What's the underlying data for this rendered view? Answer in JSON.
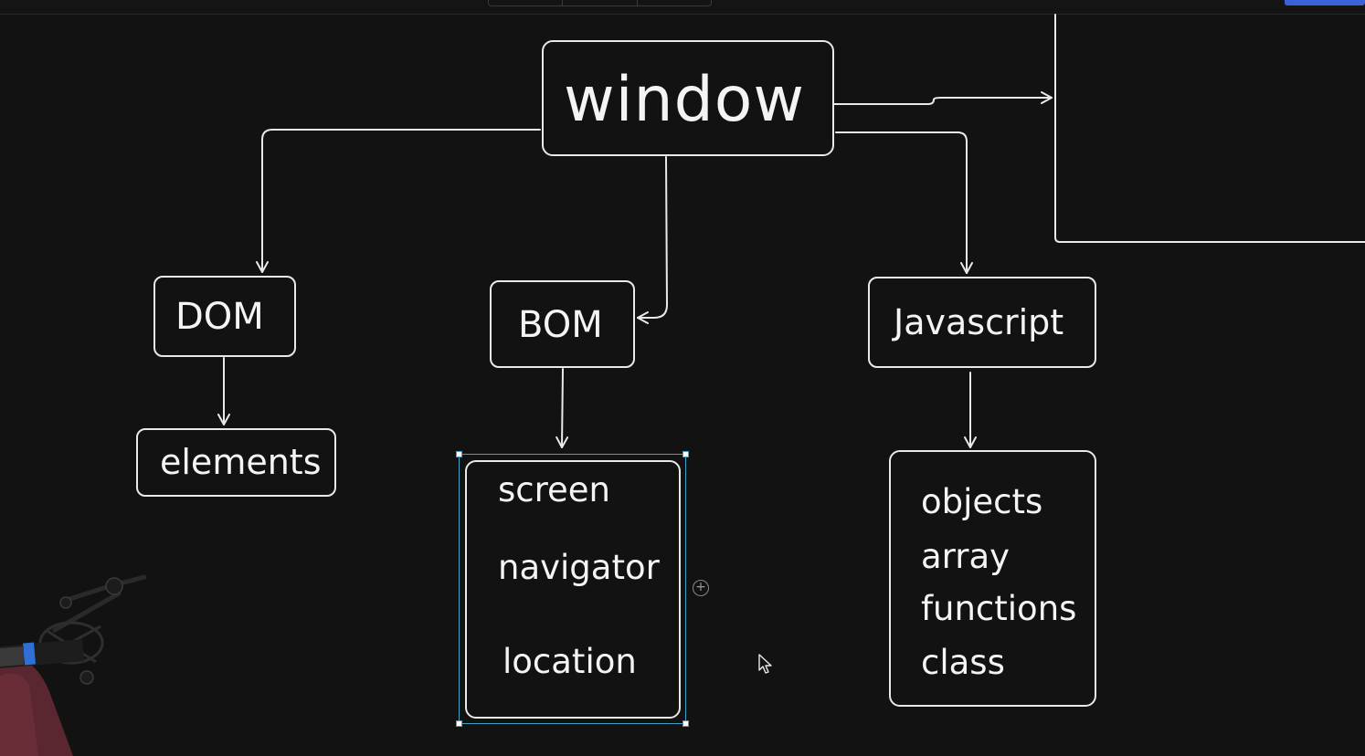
{
  "diagram": {
    "root": {
      "label": "window"
    },
    "dom": {
      "label": "DOM"
    },
    "bom": {
      "label": "BOM"
    },
    "javascript": {
      "label": "Javascript"
    },
    "elements": {
      "label": "elements"
    },
    "bom_children": {
      "screen": "screen",
      "navigator": "navigator",
      "location": "location"
    },
    "js_children": {
      "objects": "objects",
      "array": "array",
      "functions": "functions",
      "class": "class"
    }
  },
  "colors": {
    "background": "#121212",
    "stroke": "#e9e9e9",
    "selection": "#3fa0c8",
    "share_button": "#3b63d8"
  },
  "icons": {
    "add_node": "plus-circle-icon",
    "cursor": "mouse-pointer-icon"
  }
}
